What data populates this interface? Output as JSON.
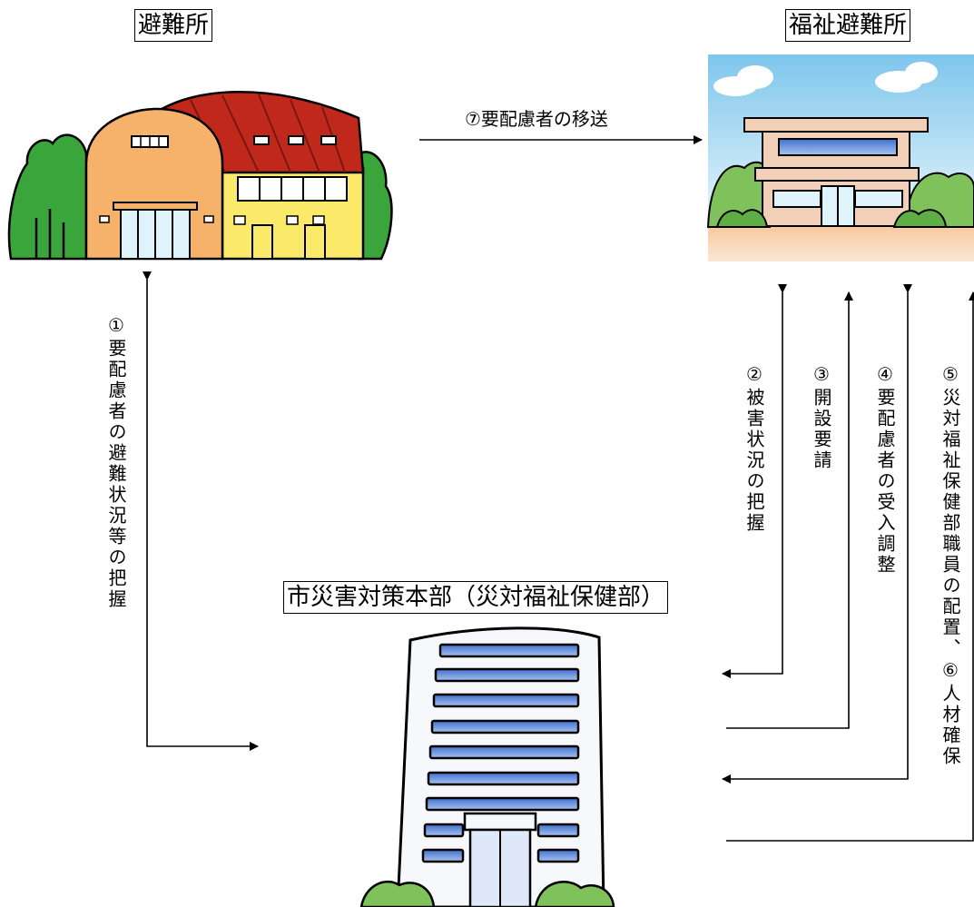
{
  "labels": {
    "shelter": "避難所",
    "welfare_shelter": "福祉避難所",
    "hq": "市災害対策本部（災対福祉保健部）"
  },
  "steps": {
    "s1": "①要配慮者の避難状況等の把握",
    "s2": "②被害状況の把握",
    "s3": "③開設要請",
    "s4": "④要配慮者の受入調整",
    "s5": "⑤災対福祉保健部職員の配置、⑥人材確保",
    "s7": "⑦要配慮者の移送"
  },
  "colors": {
    "shelter_wall": "#f6b26b",
    "shelter_roof": "#c0281c",
    "shelter_annex": "#fbe969",
    "trees": "#3aa53a",
    "sky": "#a6d9f2",
    "building_glass": "#5a86d8"
  }
}
